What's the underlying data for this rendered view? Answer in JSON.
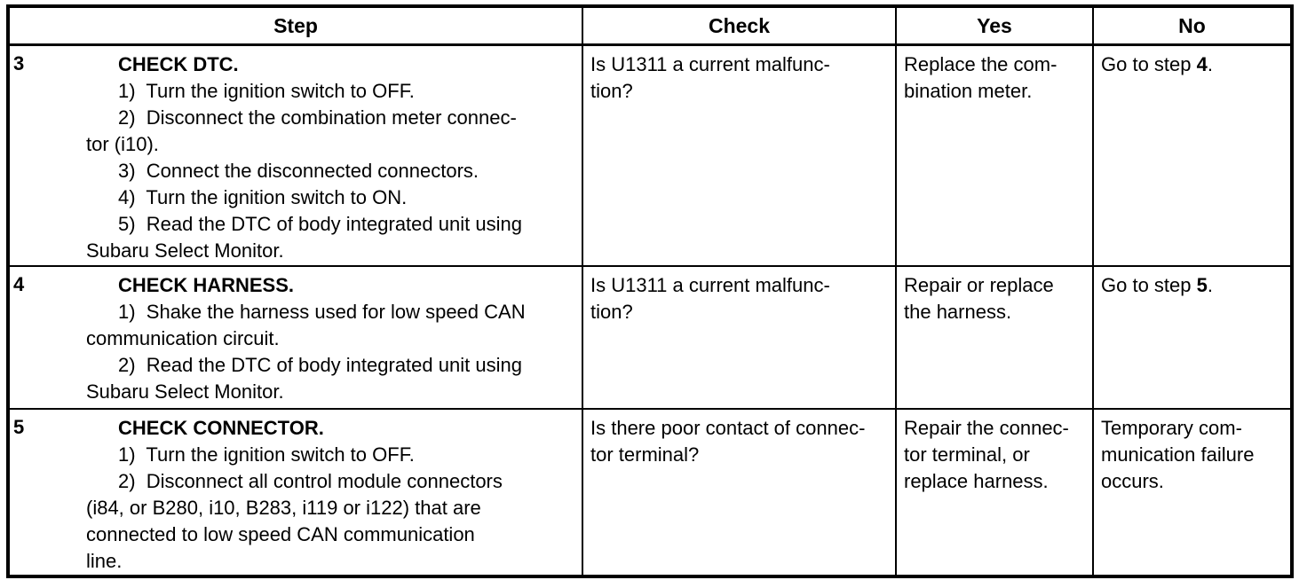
{
  "page": {
    "background_color": "#ffffff",
    "text_color": "#000000",
    "border_color": "#000000"
  },
  "table": {
    "headers": {
      "step": "Step",
      "check": "Check",
      "yes": "Yes",
      "no": "No"
    },
    "rows": [
      {
        "number": "3",
        "title": "CHECK DTC.",
        "step_lines": [
          "1)  Turn the ignition switch to OFF.",
          "2)  Disconnect the combination meter connec-",
          "tor (i10).",
          "3)  Connect the disconnected connectors.",
          "4)  Turn the ignition switch to ON.",
          "5)  Read the DTC of body integrated unit using",
          "Subaru Select Monitor."
        ],
        "check_lines": [
          "Is U1311 a current malfunc-",
          "tion?"
        ],
        "yes_lines": [
          "Replace the com-",
          "bination meter."
        ],
        "no": {
          "prefix": "Go to step ",
          "bold_step": "4",
          "suffix": "."
        }
      },
      {
        "number": "4",
        "title": "CHECK HARNESS.",
        "step_lines": [
          "1)  Shake the harness used for low speed CAN",
          "communication circuit.",
          "2)  Read the DTC of body integrated unit using",
          "Subaru Select Monitor."
        ],
        "check_lines": [
          "Is U1311 a current malfunc-",
          "tion?"
        ],
        "yes_lines": [
          "Repair or replace",
          "the harness."
        ],
        "no": {
          "prefix": "Go to step ",
          "bold_step": "5",
          "suffix": "."
        }
      },
      {
        "number": "5",
        "title": "CHECK CONNECTOR.",
        "step_lines": [
          "1)  Turn the ignition switch to OFF.",
          "2)  Disconnect all control module connectors",
          "(i84, or B280, i10, B283, i119 or i122) that are",
          "connected to low speed CAN communication",
          "line."
        ],
        "check_lines": [
          "Is there poor contact of connec-",
          "tor terminal?"
        ],
        "yes_lines": [
          "Repair the connec-",
          "tor terminal, or",
          "replace harness."
        ],
        "no_lines": [
          "Temporary com-",
          "munication failure",
          "occurs."
        ]
      }
    ]
  }
}
